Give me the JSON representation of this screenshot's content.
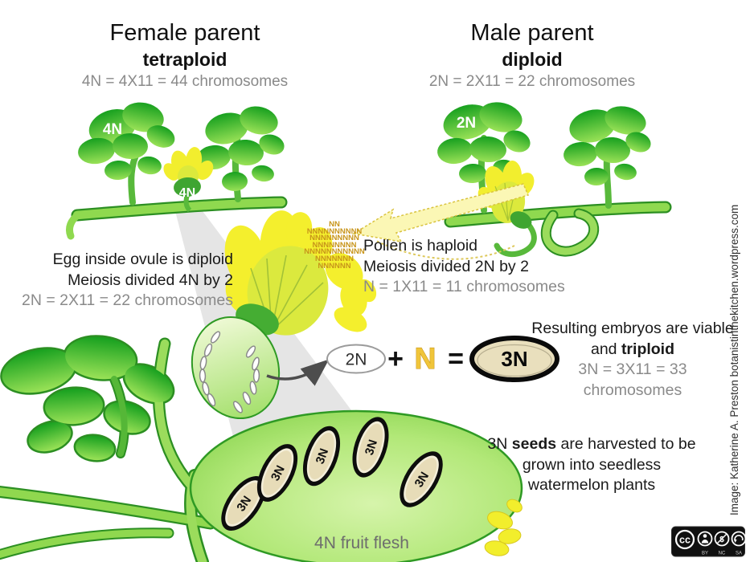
{
  "title_female": {
    "line1": "Female parent",
    "line2": "tetraploid",
    "line3": "4N = 4X11 = 44 chromosomes"
  },
  "title_male": {
    "line1": "Male parent",
    "line2": "diploid",
    "line3": "2N = 2X11 = 22 chromosomes"
  },
  "female_plant": {
    "leaf_label": "4N",
    "flower_label": "4N"
  },
  "male_plant": {
    "leaf_label": "2N"
  },
  "egg_text": {
    "line1": "Egg inside ovule is diploid",
    "line2": "Meiosis divided 4N by 2",
    "line3": "2N = 2X11 = 22 chromosomes"
  },
  "pollen_text": {
    "line1": "Pollen is haploid",
    "line2": "Meiosis divided 2N by 2",
    "line3": "N = 1X11 = 11 chromosomes"
  },
  "pollen_grains": [
    "NN",
    "NNNNNNNNNN",
    "NNNNNNNNN",
    "NNNNNNNN",
    "NNNNNNNNNNN",
    "NNNNNNN",
    "NNNNNN"
  ],
  "equation": {
    "egg": "2N",
    "plus": "+",
    "pollen": "N",
    "equals": "=",
    "result": "3N"
  },
  "embryo_text": {
    "line1": "Resulting embryos are viable",
    "line2_pre": "and ",
    "line2_bold": "triploid",
    "line3": "3N = 3X11 = 33",
    "line4": "chromosomes"
  },
  "seeds_text": {
    "line1_pre": "3N ",
    "line1_bold": "seeds",
    "line1_post": " are harvested to be",
    "line2": "grown into seedless",
    "line3": "watermelon plants"
  },
  "fruit": {
    "label": "4N fruit flesh",
    "seeds": [
      "3N",
      "3N",
      "3N",
      "3N",
      "3N"
    ]
  },
  "credit": "Image: Katherine A. Preston botanistinthekitchen.wordpress.com",
  "license": {
    "cc": "cc",
    "by": "BY",
    "nc": "NC",
    "sa": "SA"
  },
  "colors": {
    "leaf_dark": "#17a01f",
    "leaf_light": "#9ae257",
    "stem": "#8fd94f",
    "flower_yellow": "#f4ef2d",
    "petal_fan": "#dbe93e",
    "pollen_gold": "#c8951b",
    "melon_light": "#d6f4ab",
    "melon_dark": "#7ccd42",
    "seed_tan": "#e7dcb8",
    "gray_text": "#8a8a8a",
    "beam_gray": "#dedede"
  }
}
